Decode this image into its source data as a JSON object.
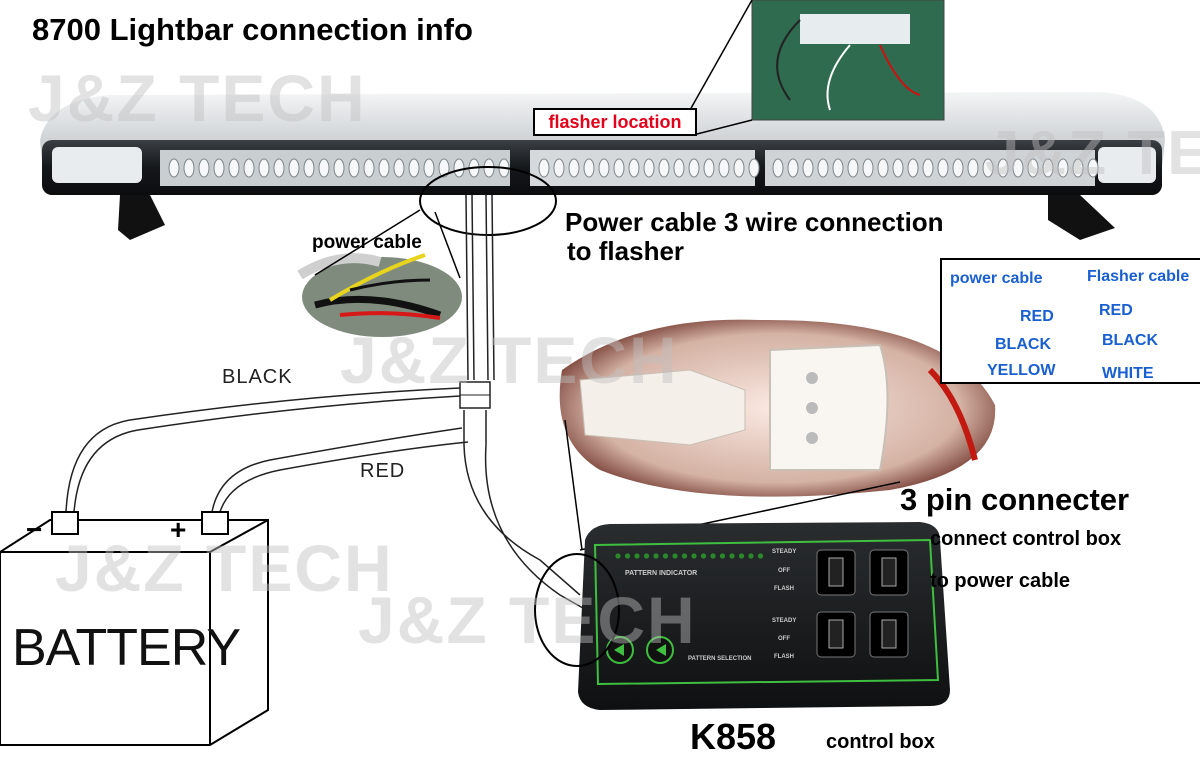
{
  "title": "8700 Lightbar connection info",
  "watermark": "J&Z TECH",
  "flasher_location_label": "flasher location",
  "power_cable_label": "power cable",
  "callout_power_cable": [
    "Power cable 3 wire connection",
    "to flasher"
  ],
  "wire_labels": {
    "black": "BLACK",
    "red": "RED"
  },
  "battery": {
    "label": "BATTERY",
    "minus": "−",
    "plus": "+"
  },
  "connector": {
    "title": "3 pin connecter",
    "line1": "connect control box",
    "line2": "to power cable"
  },
  "control_box": {
    "model": "K858",
    "label": "control box",
    "panel_text": {
      "pattern_indicator": "PATTERN INDICATOR",
      "steady": "STEADY",
      "off": "OFF",
      "flash": "FLASH",
      "pattern_selection": "PATTERN SELECTION"
    }
  },
  "wiring_table": {
    "header_left": "power cable",
    "header_right": "Flasher cable",
    "rows": [
      {
        "left": "RED",
        "right": "RED"
      },
      {
        "left": "BLACK",
        "right": "BLACK"
      },
      {
        "left": "YELLOW",
        "right": "WHITE"
      }
    ]
  },
  "colors": {
    "label_blue": "#1a5fd0",
    "flasher_red": "#e3001b",
    "panel_green": "#3fbf3f"
  }
}
